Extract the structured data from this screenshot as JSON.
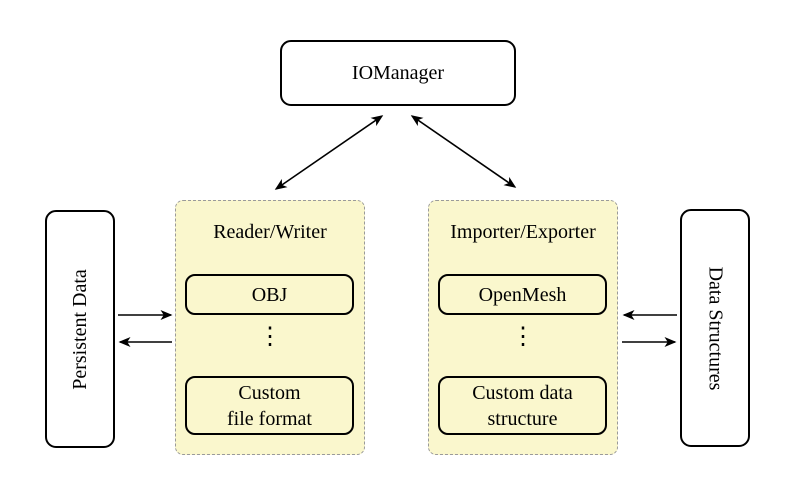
{
  "colors": {
    "background": "#ffffff",
    "panel-fill": "#faf7cd",
    "panel-border": "#9a9a9a",
    "node-border": "#000000",
    "text": "#000000",
    "arrow": "#000000"
  },
  "nodes": {
    "iomanager": {
      "label": "IOManager"
    },
    "persistent_data": {
      "label": "Persistent Data"
    },
    "data_structures": {
      "label": "Data Structures"
    },
    "reader_writer": {
      "title": "Reader/Writer",
      "items": [
        {
          "label": "OBJ"
        },
        {
          "label": "⋮"
        },
        {
          "label": "Custom\nfile format"
        }
      ]
    },
    "importer_exporter": {
      "title": "Importer/Exporter",
      "items": [
        {
          "label": "OpenMesh"
        },
        {
          "label": "⋮"
        },
        {
          "label": "Custom data\nstructure"
        }
      ]
    }
  },
  "edges": [
    {
      "from": "iomanager",
      "to": "reader_writer",
      "direction": "bidirectional"
    },
    {
      "from": "iomanager",
      "to": "importer_exporter",
      "direction": "bidirectional"
    },
    {
      "from": "persistent_data",
      "to": "reader_writer",
      "direction": "forward"
    },
    {
      "from": "reader_writer",
      "to": "persistent_data",
      "direction": "forward"
    },
    {
      "from": "data_structures",
      "to": "importer_exporter",
      "direction": "forward"
    },
    {
      "from": "importer_exporter",
      "to": "data_structures",
      "direction": "forward"
    }
  ]
}
